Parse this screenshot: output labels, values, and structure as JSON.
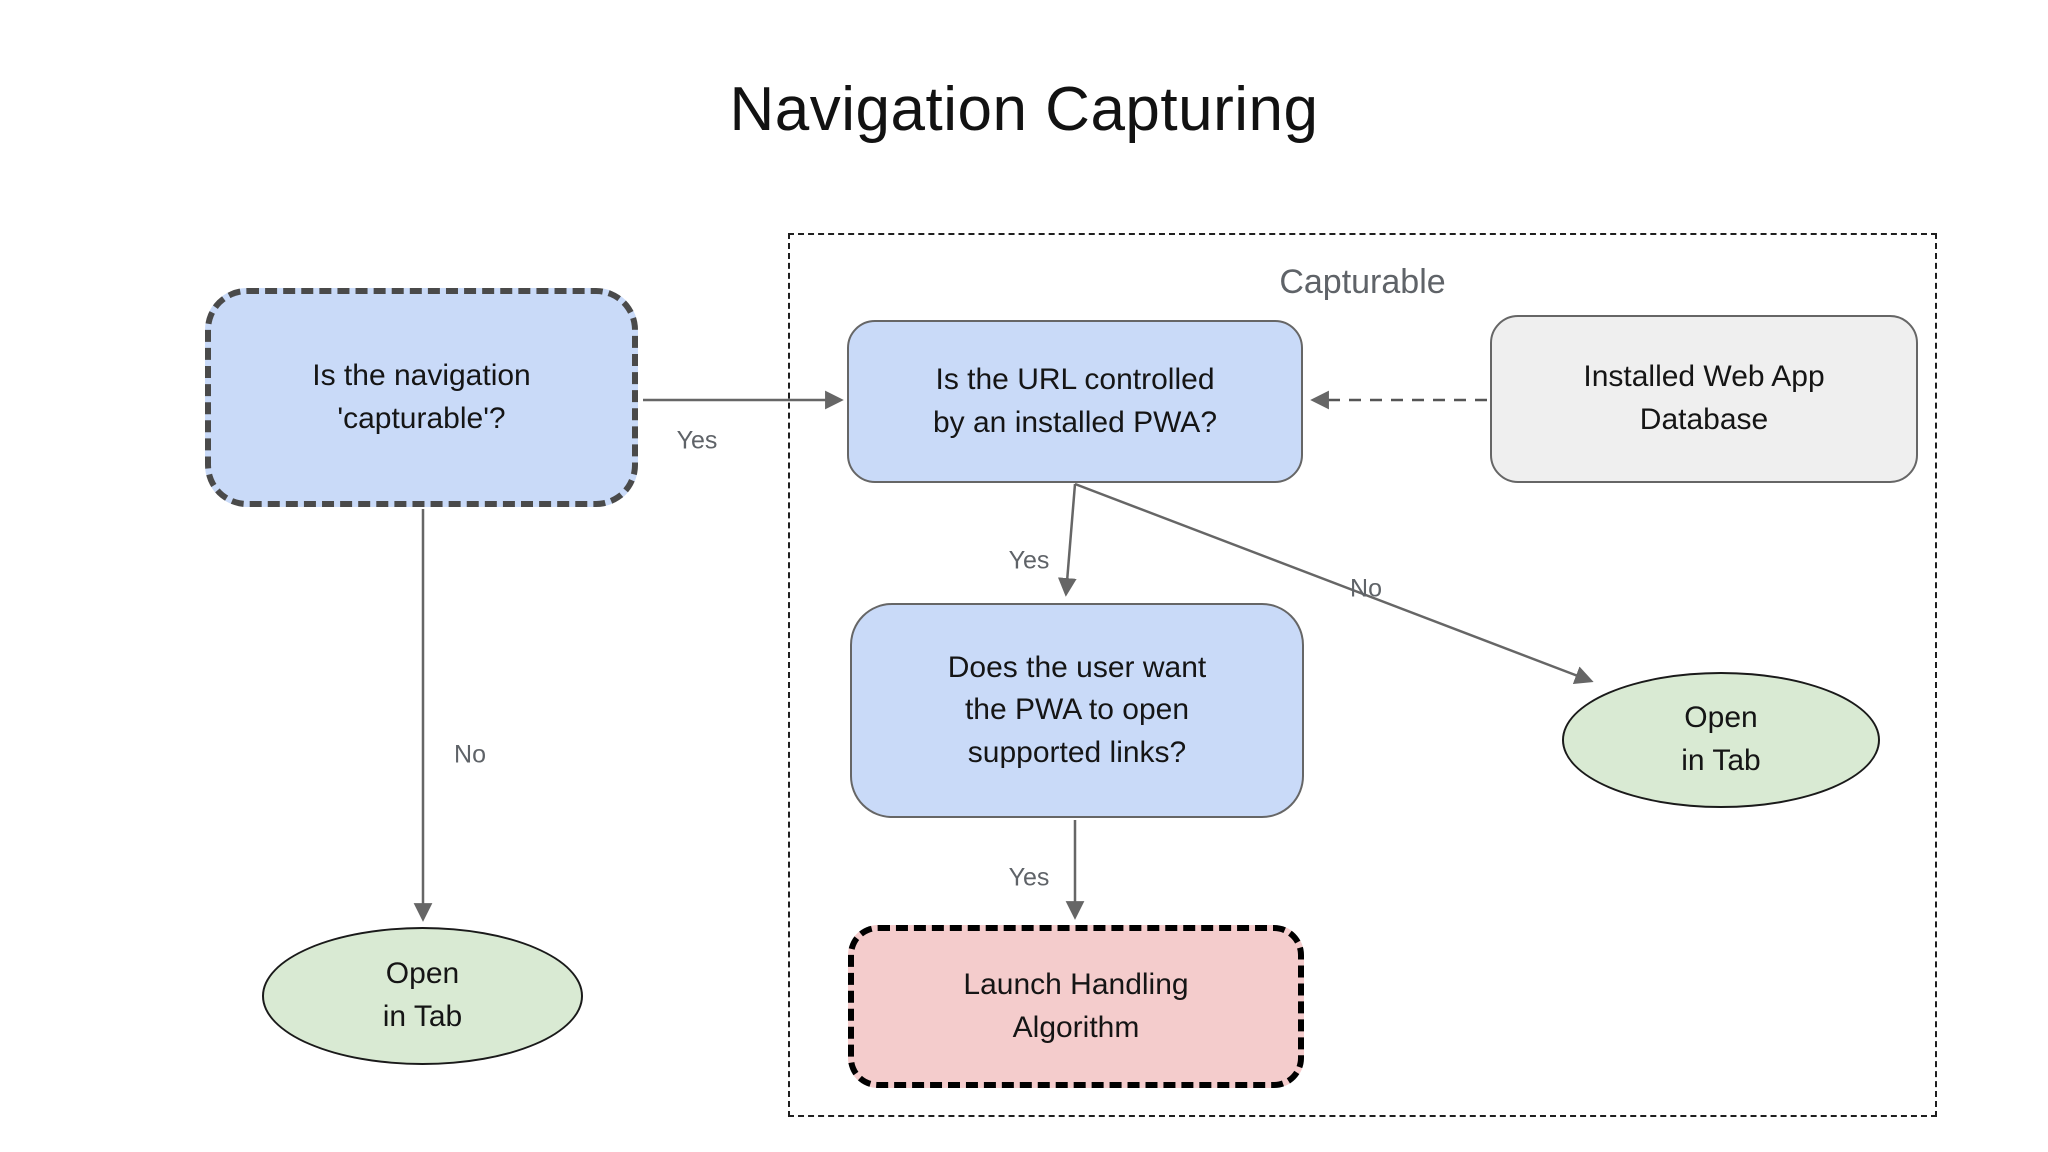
{
  "title": "Navigation Capturing",
  "group": {
    "label": "Capturable"
  },
  "nodes": {
    "capturable_question": {
      "lines": [
        "Is the navigation",
        "'capturable'?"
      ]
    },
    "url_controlled": {
      "lines": [
        "Is the URL controlled",
        "by an installed PWA?"
      ]
    },
    "installed_db": {
      "lines": [
        "Installed Web App",
        "Database"
      ]
    },
    "user_wants": {
      "lines": [
        "Does the user want",
        "the PWA to open",
        "supported links?"
      ]
    },
    "launch_handling": {
      "lines": [
        "Launch Handling",
        "Algorithm"
      ]
    },
    "open_in_tab_left": {
      "lines": [
        "Open",
        "in Tab"
      ]
    },
    "open_in_tab_right": {
      "lines": [
        "Open",
        "in Tab"
      ]
    }
  },
  "edges": {
    "capturable_yes": "Yes",
    "capturable_no": "No",
    "url_yes": "Yes",
    "url_no": "No",
    "user_wants_yes": "Yes"
  },
  "colors": {
    "node_blue": "#c9daf8",
    "node_green": "#d9ead3",
    "node_pink": "#f4cccc",
    "node_gray": "#efefef",
    "arrow_gray": "#666666",
    "label_gray": "#5f6368",
    "dashed_border_dark": "#4a4a4a",
    "dashed_border_black": "#000000"
  }
}
